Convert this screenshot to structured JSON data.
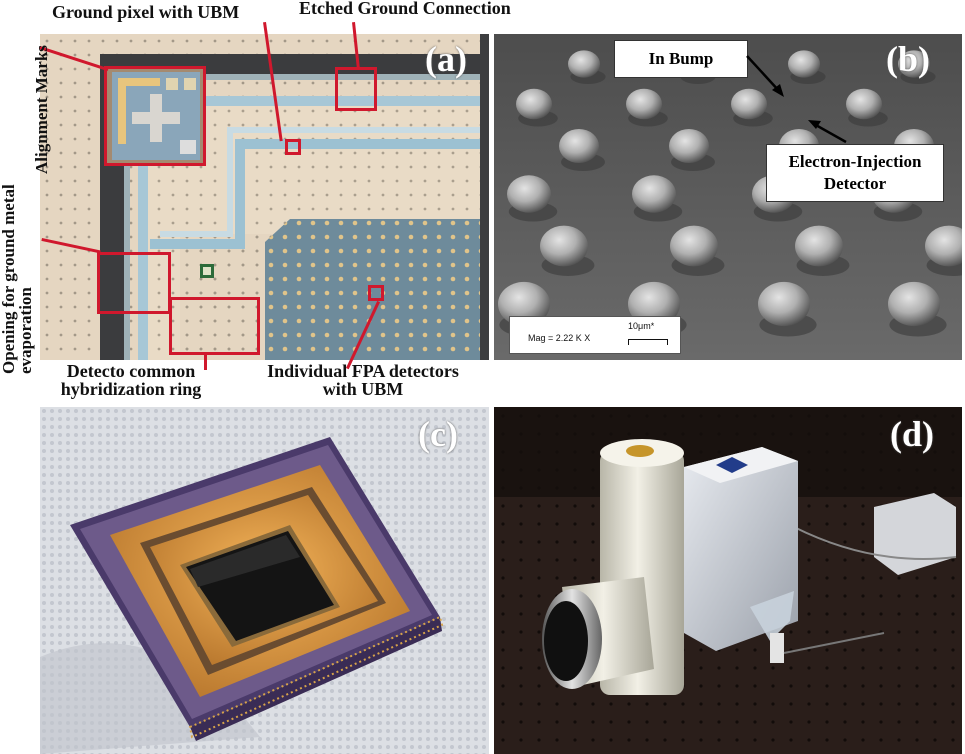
{
  "panels": {
    "a": {
      "letter": "(a)",
      "labels": {
        "ground_pixel": "Ground pixel with UBM",
        "etched_ground": "Etched Ground Connection",
        "alignment_marks": "Alignment Marks",
        "opening_ground": "Opening for ground metal evaporation",
        "detector_ring": "Detecto common hybridization ring",
        "individual_fpa": "Individual FPA detectors with UBM"
      },
      "colors": {
        "annotation": "#d0182d",
        "background": "#e7d6bf",
        "array_area": "#6f8fa0"
      }
    },
    "b": {
      "letter": "(b)",
      "labels": {
        "in_bump": "In Bump",
        "eid_line1": "Electron-Injection",
        "eid_line2": "Detector",
        "mag": "Mag =  2.22 K X",
        "scale": "10μm*"
      }
    },
    "c": {
      "letter": "(c)"
    },
    "d": {
      "letter": "(d)"
    }
  }
}
